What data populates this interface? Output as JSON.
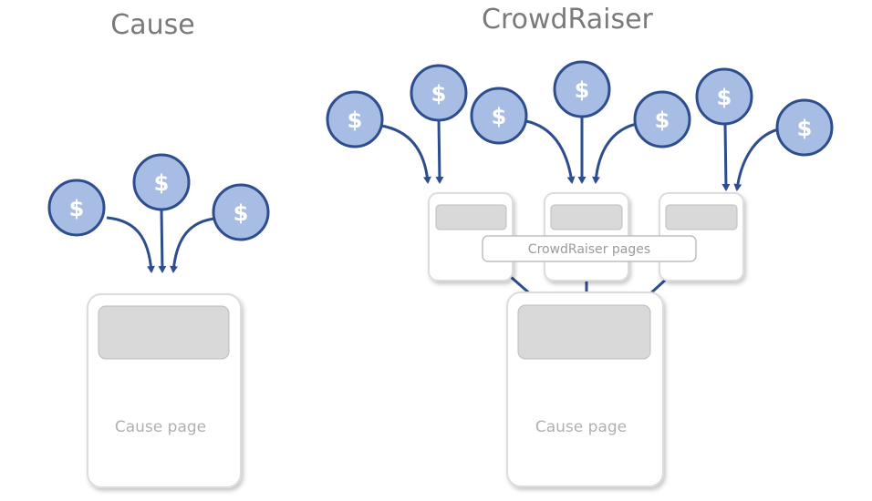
{
  "left_panel": {
    "title": "Cause",
    "cause_page_label": "Cause page"
  },
  "right_panel": {
    "title": "CrowdRaiser",
    "crowdraiser_pages_label": "CrowdRaiser pages",
    "cause_page_label": "Cause page"
  },
  "coin_symbol": "$",
  "colors": {
    "coin_fill": "#a8bde3",
    "coin_stroke": "#2d4d8e",
    "arrow": "#2d4d8e",
    "title_text": "#7a7a7a",
    "card_border": "#dcdcdc",
    "card_header": "#d9d9d9"
  },
  "icons": {
    "coin": "dollar-coin-icon",
    "arrow": "arrow-down-icon"
  }
}
